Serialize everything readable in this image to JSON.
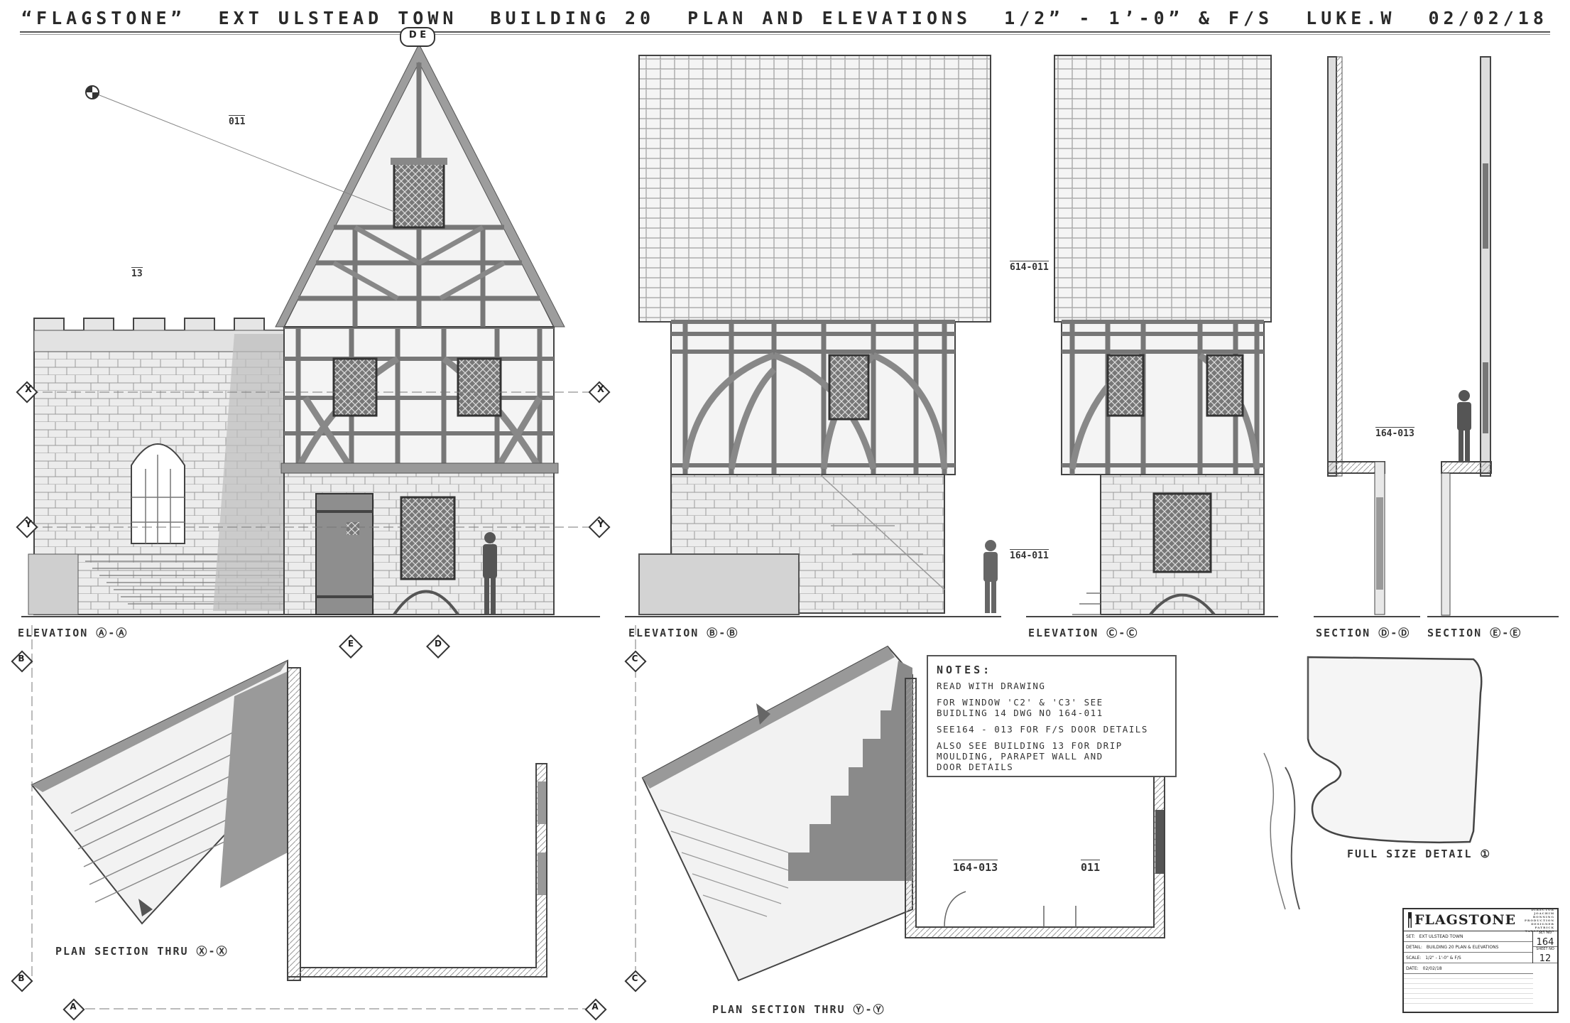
{
  "title_block_top": {
    "project": "“FLAGSTONE”",
    "set": "EXT ULSTEAD TOWN",
    "building": "BUILDING 20",
    "sheet": "PLAN AND ELEVATIONS",
    "scale": "1/2” - 1’-0” & F/S",
    "drawn_by": "LUKE.W",
    "date": "02/02/18"
  },
  "view_labels": {
    "elev_a": "ELEVATION Ⓐ-Ⓐ",
    "elev_b": "ELEVATION Ⓑ-Ⓑ",
    "elev_c": "ELEVATION Ⓒ-Ⓒ",
    "sect_d": "SECTION Ⓓ-Ⓓ",
    "sect_e": "SECTION Ⓔ-Ⓔ",
    "plan_x": "PLAN SECTION THRU Ⓧ-Ⓧ",
    "plan_y": "PLAN SECTION THRU Ⓨ-Ⓨ",
    "detail": "FULL SIZE DETAIL ①"
  },
  "markers": {
    "x": "X",
    "y": "Y",
    "a": "A",
    "b": "B",
    "c": "C",
    "d": "D",
    "e": "E",
    "de": "D E"
  },
  "callouts": {
    "window_011_top": "011",
    "door_13": "13",
    "window_614_011": "614-011",
    "window_164_011": "164-011",
    "plan_164_013": "164-013",
    "plan_011": "011",
    "section_164_013": "164-013"
  },
  "notes": {
    "heading": "NOTES:",
    "lines": [
      "READ WITH DRAWING",
      "",
      "FOR WINDOW 'C2' & 'C3' SEE",
      "BUIDLING 14 DWG NO 164-011",
      "",
      "SEE164 - 013 FOR F/S DOOR DETAILS",
      "",
      "ALSO SEE BUILDING 13 FOR DRIP",
      "MOULDING, PARAPET WALL AND",
      "DOOR DETAILS"
    ]
  },
  "title_block": {
    "company": "FLAGSTONE",
    "roles": "DIRECTOR  JOACHIM RONNING\nPRODUCTION DESIGNER  PATRICK TATOPOULOS",
    "rows": [
      [
        "SET:",
        "EXT ULSTEAD TOWN"
      ],
      [
        "DETAIL:",
        "BUILDING 20 PLAN & ELEVATIONS"
      ],
      [
        "SCALE:",
        "1/2\" - 1'-0\" & F/S"
      ],
      [
        "DATE:",
        "02/02/18"
      ]
    ],
    "set_no_label": "SET NO",
    "set_no": "164",
    "sheet_no_label": "SHEET NO",
    "sheet_no": "12"
  }
}
